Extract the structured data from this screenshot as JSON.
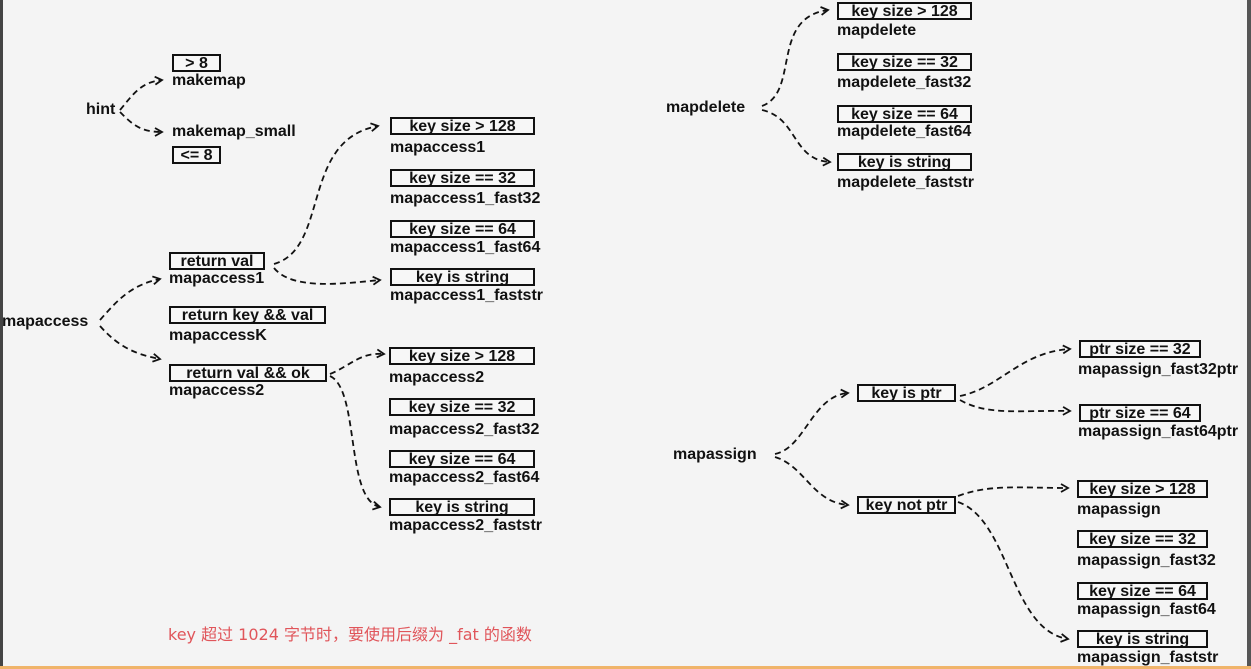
{
  "hint": {
    "root": "hint",
    "large": {
      "cond": "> 8",
      "func": "makemap"
    },
    "small": {
      "cond": "<= 8",
      "func": "makemap_small"
    }
  },
  "mapaccess": {
    "root": "mapaccess",
    "access1": {
      "cond": "return val",
      "func": "mapaccess1",
      "variants": [
        {
          "cond": "key size > 128",
          "func": "mapaccess1"
        },
        {
          "cond": "key size == 32",
          "func": "mapaccess1_fast32"
        },
        {
          "cond": "key size == 64",
          "func": "mapaccess1_fast64"
        },
        {
          "cond": "key is string",
          "func": "mapaccess1_faststr"
        }
      ]
    },
    "accessK": {
      "cond": "return key && val",
      "func": "mapaccessK"
    },
    "access2": {
      "cond": "return val && ok",
      "func": "mapaccess2",
      "variants": [
        {
          "cond": "key size > 128",
          "func": "mapaccess2"
        },
        {
          "cond": "key size == 32",
          "func": "mapaccess2_fast32"
        },
        {
          "cond": "key size == 64",
          "func": "mapaccess2_fast64"
        },
        {
          "cond": "key is string",
          "func": "mapaccess2_faststr"
        }
      ]
    }
  },
  "mapdelete": {
    "root": "mapdelete",
    "variants": [
      {
        "cond": "key size > 128",
        "func": "mapdelete"
      },
      {
        "cond": "key size == 32",
        "func": "mapdelete_fast32"
      },
      {
        "cond": "key size == 64",
        "func": "mapdelete_fast64"
      },
      {
        "cond": "key is string",
        "func": "mapdelete_faststr"
      }
    ]
  },
  "mapassign": {
    "root": "mapassign",
    "ptr": {
      "cond": "key is ptr",
      "variants": [
        {
          "cond": "ptr size == 32",
          "func": "mapassign_fast32ptr"
        },
        {
          "cond": "ptr size == 64",
          "func": "mapassign_fast64ptr"
        }
      ]
    },
    "notptr": {
      "cond": "key not ptr",
      "variants": [
        {
          "cond": "key size > 128",
          "func": "mapassign"
        },
        {
          "cond": "key size == 32",
          "func": "mapassign_fast32"
        },
        {
          "cond": "key size == 64",
          "func": "mapassign_fast64"
        },
        {
          "cond": "key is string",
          "func": "mapassign_faststr"
        }
      ]
    }
  },
  "note": "key 超过 1024 字节时，要使用后缀为 _fat 的函数"
}
